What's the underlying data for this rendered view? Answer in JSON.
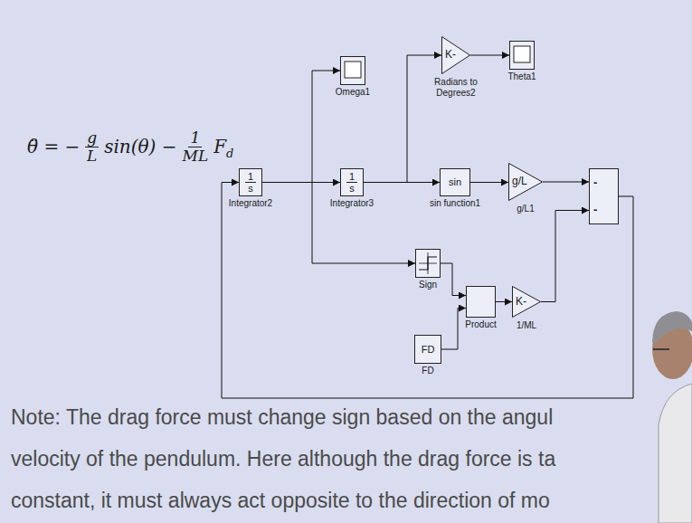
{
  "diagram": {
    "nodes": [
      {
        "text": [
          "1",
          "s",
          "Integrator2"
        ]
      },
      {
        "text": [
          "Omega1"
        ]
      },
      {
        "text": [
          "1",
          "s",
          "Integrator3"
        ]
      },
      {
        "text": [
          "K-",
          "Radians to Degrees2"
        ]
      },
      {
        "text": [
          "Theta1"
        ]
      },
      {
        "text": [
          "sin",
          "sin function1"
        ]
      },
      {
        "text": [
          "g/L",
          "g/L1"
        ]
      },
      {
        "text": [
          "-",
          "-"
        ]
      },
      {
        "text": [
          "Sign"
        ]
      },
      {
        "text": [
          "FD",
          "FD"
        ]
      },
      {
        "text": [
          "Product"
        ]
      },
      {
        "text": [
          "K-",
          "1/ML"
        ]
      }
    ],
    "edges": [
      {
        "from": 0,
        "to": 2,
        "arrow": "to"
      },
      {
        "from": 0,
        "to": 1,
        "arrow": "to"
      },
      {
        "from": 0,
        "to": 8,
        "arrow": "to"
      },
      {
        "from": 2,
        "to": 5,
        "arrow": "to"
      },
      {
        "from": 2,
        "to": 3,
        "arrow": "to"
      },
      {
        "from": 3,
        "to": 4,
        "arrow": "to"
      },
      {
        "from": 5,
        "to": 6,
        "arrow": "to"
      },
      {
        "from": 6,
        "to": 7,
        "arrow": "to"
      },
      {
        "from": 11,
        "to": 7,
        "arrow": "to"
      },
      {
        "from": 8,
        "to": 10,
        "arrow": "to"
      },
      {
        "from": 9,
        "to": 10,
        "arrow": "to"
      },
      {
        "from": 10,
        "to": 11,
        "arrow": "to"
      },
      {
        "from": 7,
        "to": 0,
        "arrow": "to"
      }
    ],
    "labels": [
      "θ̈ = −",
      "g",
      "L",
      "sin(θ) −",
      "1",
      "ML",
      "F",
      "d",
      "Note: The drag force must change sign based on the angul",
      "velocity of the pendulum. Here although the drag force is ta",
      "constant, it must always act opposite to the direction of mo"
    ]
  }
}
